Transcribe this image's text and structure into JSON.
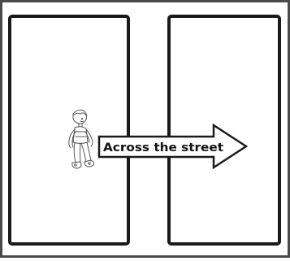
{
  "diagram": {
    "arrow_label": "Across the street",
    "colors": {
      "stroke": "#1a1a1a",
      "frame": "#4a4a4a",
      "background": "#ffffff",
      "figure_outline": "#555555"
    },
    "icons": [
      "walking-child-figure",
      "right-arrow"
    ]
  }
}
